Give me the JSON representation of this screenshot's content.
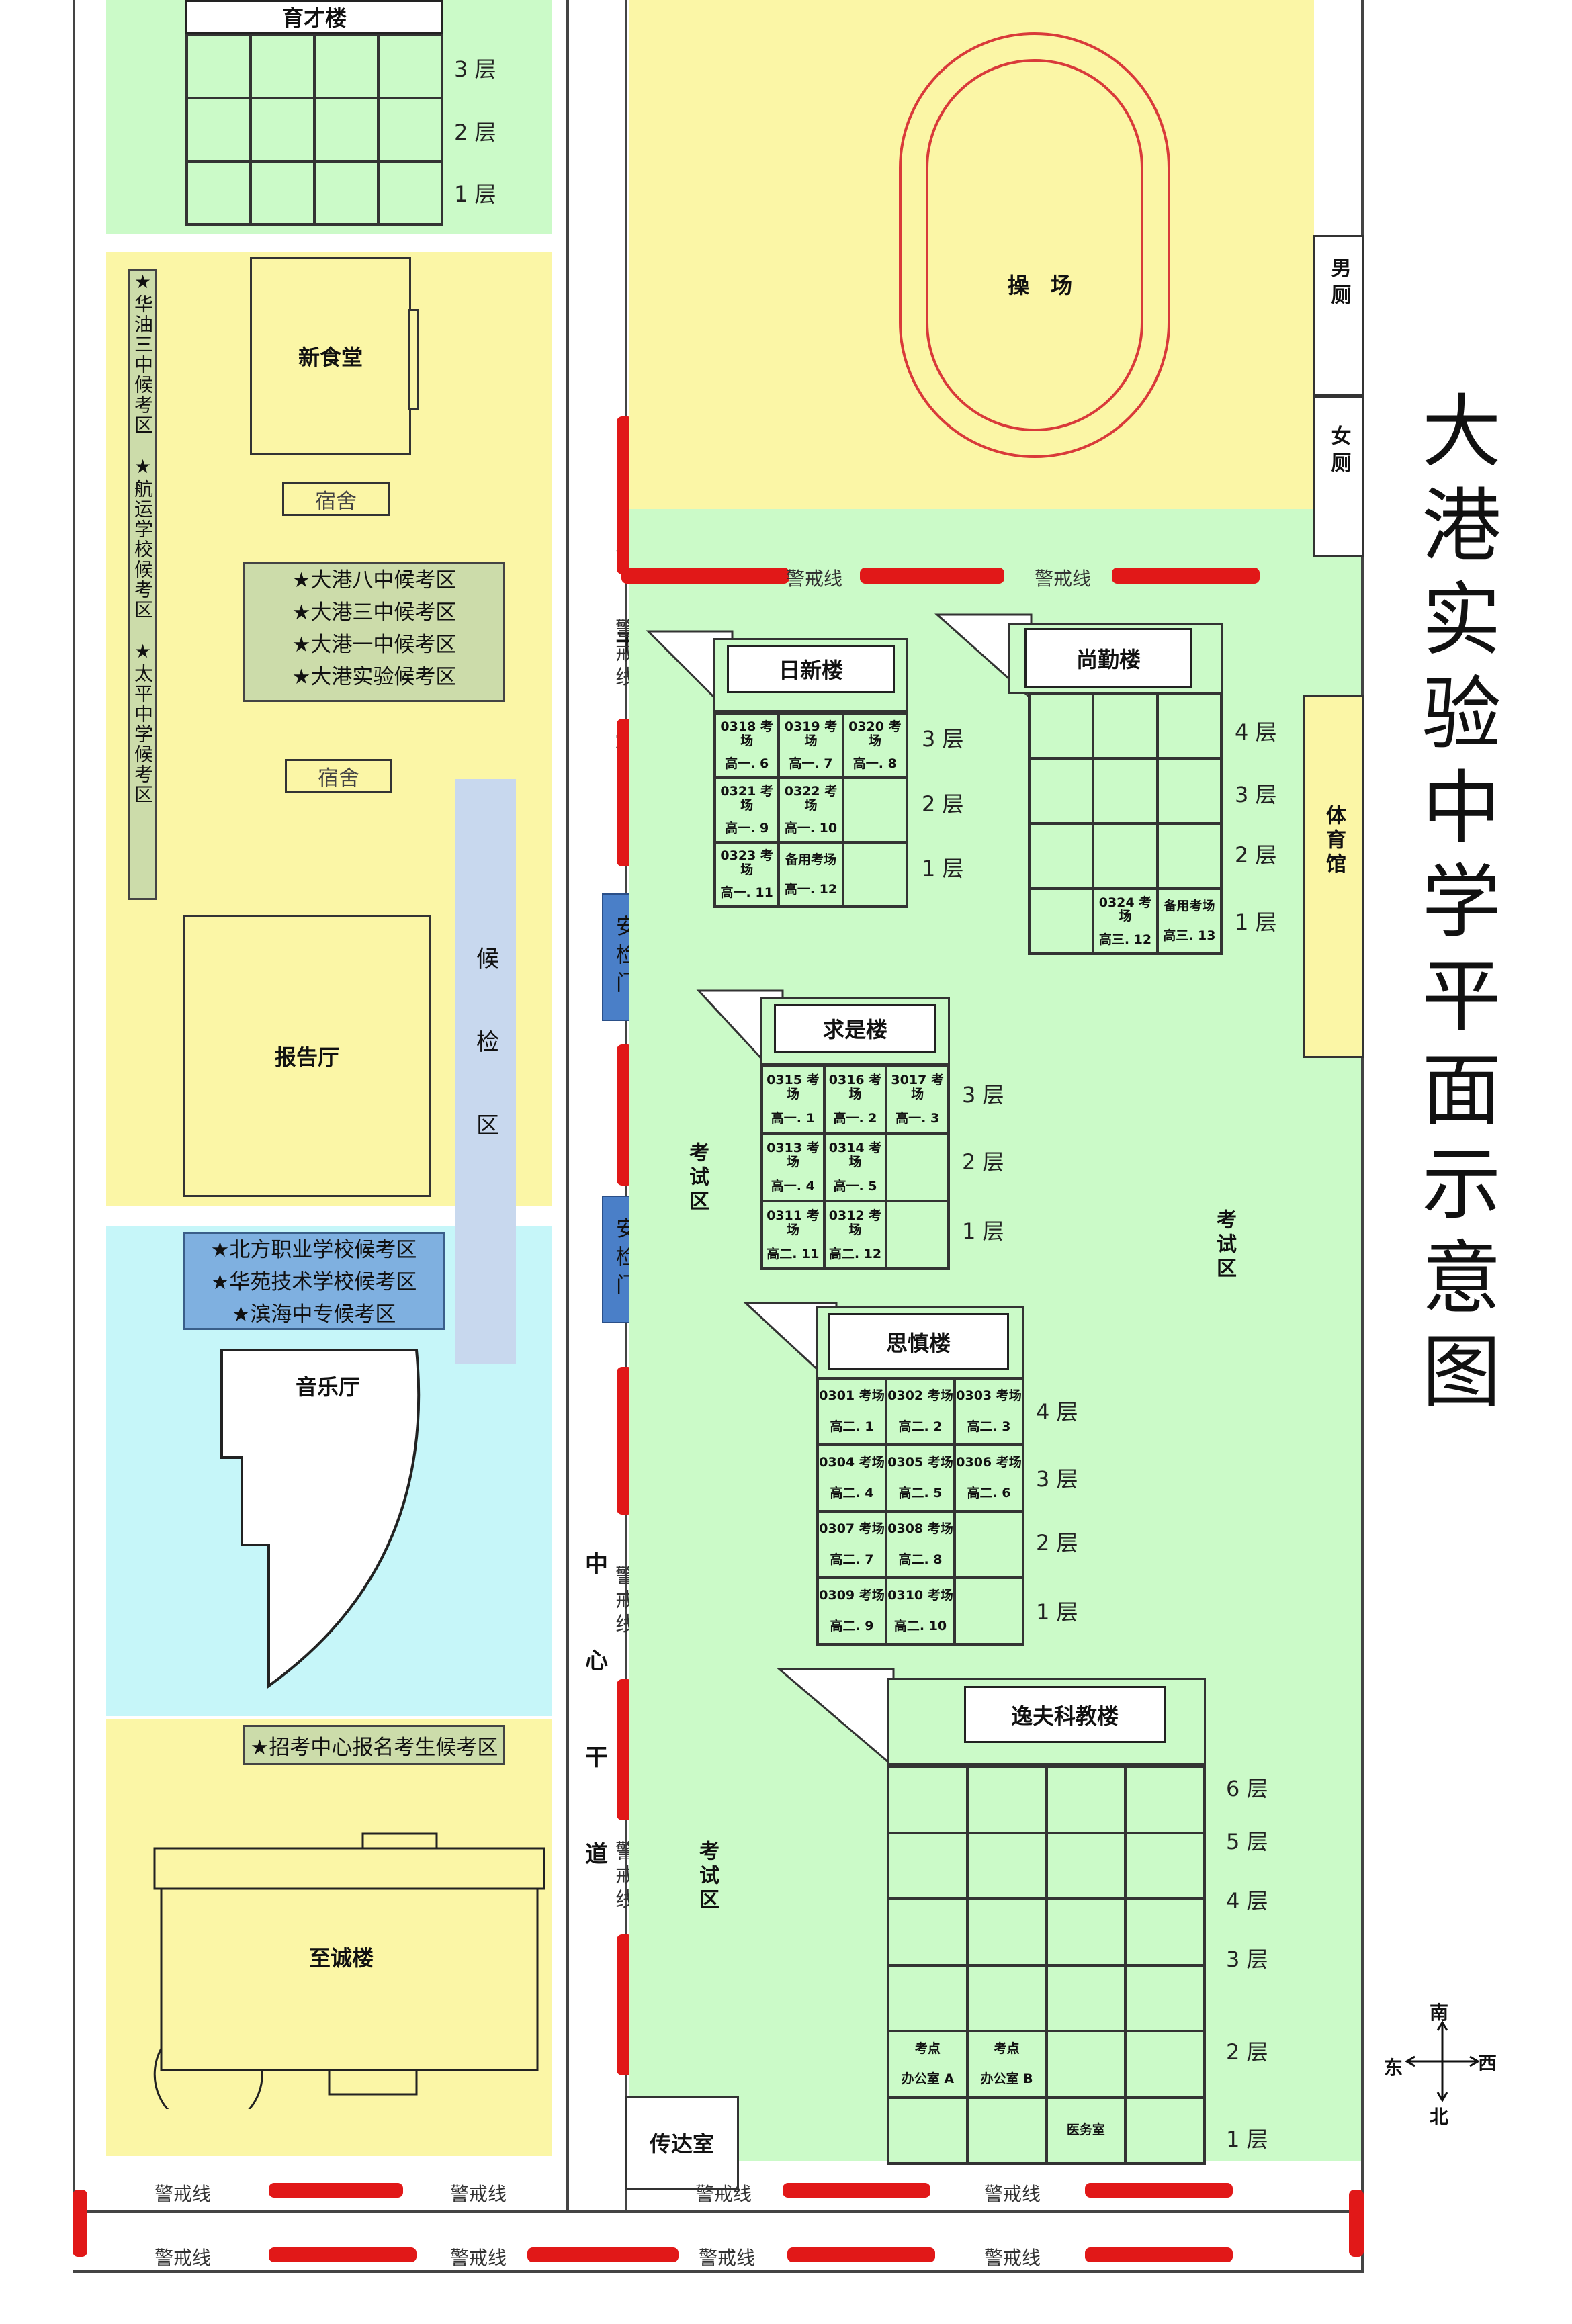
{
  "title": "大港实验中学平面示意图",
  "compass": {
    "south": "南",
    "east": "东",
    "west": "西",
    "north": "北"
  },
  "buildings": {
    "yucai": "育才楼",
    "new_canteen": "新食堂",
    "dorm1": "宿舍",
    "dorm2": "宿舍",
    "report_hall": "报告厅",
    "music_hall": "音乐厅",
    "zhicheng": "至诚楼",
    "playground": "操　场",
    "mens_toilet": "男厕",
    "womens_toilet": "女厕",
    "gym": "体育馆",
    "rixin": "日新楼",
    "shangqin": "尚勤楼",
    "qiushi": "求是楼",
    "sishen": "思慎楼",
    "yifu": "逸夫科教楼",
    "guard_room": "传达室"
  },
  "roads": {
    "central_road_top": "中心干道",
    "central_road_bottom": "中心干道",
    "cordon_top_vertical": "警戒线",
    "cordon_mid_vertical": "警戒线",
    "cordon_bottom_vertical": "警戒线"
  },
  "security_gates": [
    "安检门",
    "安检门"
  ],
  "waiting_corridor": "候检区",
  "exam_zones": [
    "考试区",
    "考试区",
    "考试区"
  ],
  "cordon_labels": {
    "top1": "警戒线",
    "top2": "警戒线",
    "b1": "警戒线",
    "b2": "警戒线",
    "b3": "警戒线",
    "b4": "警戒线",
    "c1": "警戒线",
    "c2": "警戒线",
    "c3": "警戒线",
    "c4": "警戒线"
  },
  "waiting_vertical": "★华油三中候考区　★航运学校候考区　★太平中学候考区",
  "waiting_gray": [
    "★大港八中候考区",
    "★大港三中候考区",
    "★大港一中候考区",
    "★大港实验候考区"
  ],
  "waiting_blue": [
    "★北方职业学校候考区",
    "★华苑技术学校候考区",
    "★滨海中专候考区"
  ],
  "waiting_bottom": "★招考中心报名考生候考区",
  "floors": {
    "yucai": [
      "3 层",
      "2 层",
      "1 层"
    ],
    "rixin": [
      "3 层",
      "2 层",
      "1 层"
    ],
    "shangqin": [
      "4 层",
      "3 层",
      "2 层",
      "1 层"
    ],
    "qiushi": [
      "3 层",
      "2 层",
      "1 层"
    ],
    "sishen": [
      "4 层",
      "3 层",
      "2 层",
      "1 层"
    ],
    "yifu": [
      "6 层",
      "5 层",
      "4 层",
      "3 层",
      "2 层",
      "1 层"
    ]
  },
  "rooms": {
    "rixin": [
      [
        "0318 考场",
        "高一. 6"
      ],
      [
        "0319 考场",
        "高一. 7"
      ],
      [
        "0320 考场",
        "高一. 8"
      ],
      [
        "0321 考场",
        "高一. 9"
      ],
      [
        "0322 考场",
        "高一. 10"
      ],
      [
        "",
        ""
      ],
      [
        "0323 考场",
        "高一. 11"
      ],
      [
        "备用考场",
        "高一. 12"
      ],
      [
        "",
        ""
      ]
    ],
    "shangqin_1f": [
      [
        "0324 考场",
        "高三. 12"
      ],
      [
        "备用考场",
        "高三. 13"
      ]
    ],
    "qiushi": [
      [
        "0315 考场",
        "高一. 1"
      ],
      [
        "0316 考场",
        "高一. 2"
      ],
      [
        "3017 考场",
        "高一. 3"
      ],
      [
        "0313 考场",
        "高一. 4"
      ],
      [
        "0314 考场",
        "高一. 5"
      ],
      [
        "",
        ""
      ],
      [
        "0311 考场",
        "高二. 11"
      ],
      [
        "0312 考场",
        "高二. 12"
      ],
      [
        "",
        ""
      ]
    ],
    "sishen": [
      [
        "0301 考场",
        "高二. 1"
      ],
      [
        "0302 考场",
        "高二. 2"
      ],
      [
        "0303 考场",
        "高二. 3"
      ],
      [
        "0304 考场",
        "高二. 4"
      ],
      [
        "0305 考场",
        "高二. 5"
      ],
      [
        "0306 考场",
        "高二. 6"
      ],
      [
        "0307 考场",
        "高二. 7"
      ],
      [
        "0308 考场",
        "高二. 8"
      ],
      [
        "",
        ""
      ],
      [
        "0309 考场",
        "高二. 9"
      ],
      [
        "0310 考场",
        "高二. 10"
      ],
      [
        "",
        ""
      ]
    ],
    "yifu_2f": [
      [
        "考点",
        "办公室 A"
      ],
      [
        "考点",
        "办公室 B"
      ]
    ],
    "yifu_1f": "医务室"
  },
  "colors": {
    "yellow": "#fbf6a6",
    "green": "#cbfac8",
    "cyan": "#c6f6f9",
    "cordon_red": "#e11818",
    "track_red": "#d93a3a",
    "blue_gate": "#4a7fc8"
  }
}
